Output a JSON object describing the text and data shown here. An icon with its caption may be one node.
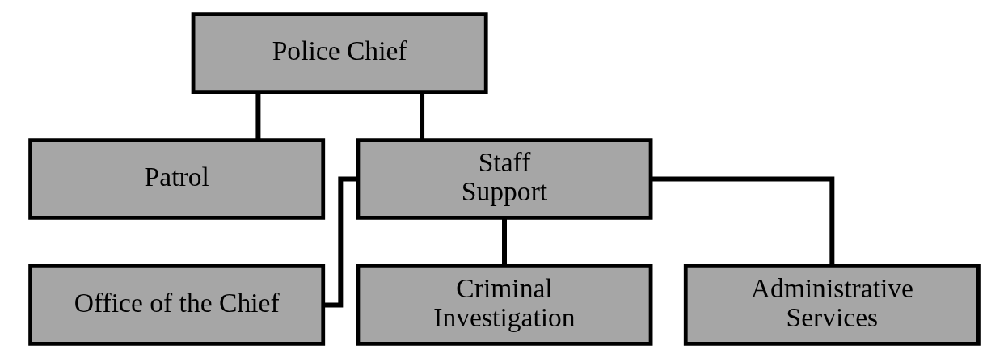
{
  "diagram": {
    "nodes": [
      {
        "text": [
          "Police Chief"
        ]
      },
      {
        "text": [
          "Patrol"
        ]
      },
      {
        "text": [
          "Staff Support"
        ]
      },
      {
        "text": [
          "Office of the Chief"
        ]
      },
      {
        "text": [
          "Criminal Investigation"
        ]
      },
      {
        "text": [
          "Administrative Services"
        ]
      }
    ],
    "edges": [
      {
        "from": 0,
        "to": 1,
        "arrow": "none"
      },
      {
        "from": 0,
        "to": 2,
        "arrow": "none"
      },
      {
        "from": 2,
        "to": 3,
        "arrow": "none"
      },
      {
        "from": 2,
        "to": 4,
        "arrow": "none"
      },
      {
        "from": 2,
        "to": 5,
        "arrow": "none"
      }
    ]
  }
}
